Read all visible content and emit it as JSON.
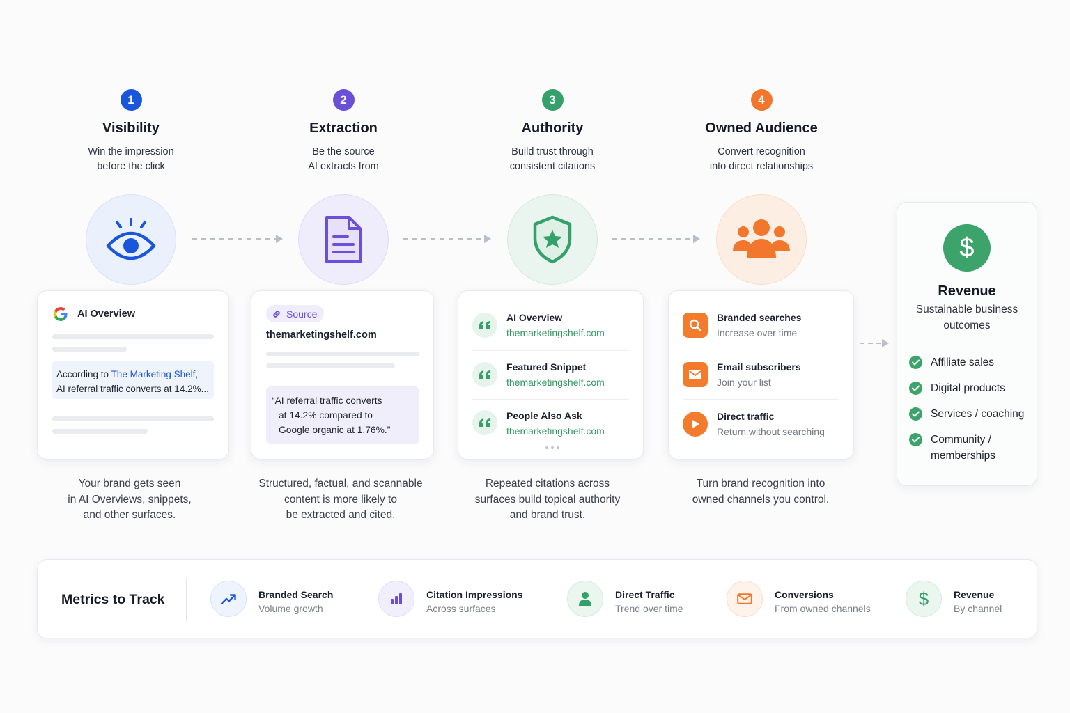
{
  "stages": [
    {
      "num": "1",
      "title": "Visibility",
      "sub_line1": "Win the impression",
      "sub_line2": "before the click",
      "color": "#1a56db",
      "icon": "eye-icon",
      "caption_line1": "Your brand gets seen",
      "caption_line2": "in AI Overviews, snippets,",
      "caption_line3": "and other surfaces."
    },
    {
      "num": "2",
      "title": "Extraction",
      "sub_line1": "Be the source",
      "sub_line2": "AI extracts from",
      "color": "#6b4fd8",
      "icon": "document-icon",
      "caption_line1": "Structured, factual, and scannable",
      "caption_line2": "content is more likely to",
      "caption_line3": "be extracted and cited."
    },
    {
      "num": "3",
      "title": "Authority",
      "sub_line1": "Build trust through",
      "sub_line2": "consistent citations",
      "color": "#34a06a",
      "icon": "shield-star-icon",
      "caption_line1": "Repeated citations across",
      "caption_line2": "surfaces build topical authority",
      "caption_line3": "and brand trust."
    },
    {
      "num": "4",
      "title": "Owned Audience",
      "sub_line1": "Convert recognition",
      "sub_line2": "into direct relationships",
      "color": "#f2762b",
      "icon": "users-icon",
      "caption_line1": "Turn brand recognition into",
      "caption_line2": "owned channels you control.",
      "caption_line3": ""
    }
  ],
  "visibility_card": {
    "label": "AI Overview",
    "quote_prefix": "According to ",
    "quote_brand": "The Marketing Shelf,",
    "quote_line2": "AI referral traffic converts at 14.2%..."
  },
  "extraction_card": {
    "badge": "Source",
    "domain": "themarketingshelf.com",
    "quote_line1": "“AI referral traffic converts",
    "quote_line2": "at 14.2% compared to",
    "quote_line3": "Google organic at 1.76%.”"
  },
  "authority_card": {
    "items": [
      {
        "title": "AI Overview",
        "domain": "themarketingshelf.com"
      },
      {
        "title": "Featured Snippet",
        "domain": "themarketingshelf.com"
      },
      {
        "title": "People Also Ask",
        "domain": "themarketingshelf.com"
      }
    ]
  },
  "audience_card": {
    "items": [
      {
        "title": "Branded searches",
        "sub": "Increase over time",
        "icon": "search-icon"
      },
      {
        "title": "Email subscribers",
        "sub": "Join your list",
        "icon": "envelope-icon"
      },
      {
        "title": "Direct traffic",
        "sub": "Return without searching",
        "icon": "play-icon"
      }
    ]
  },
  "revenue": {
    "title": "Revenue",
    "sub_line1": "Sustainable business",
    "sub_line2": "outcomes",
    "items": [
      "Affiliate sales",
      "Digital products",
      "Services / coaching",
      "Community / memberships"
    ]
  },
  "metrics": {
    "title": "Metrics to Track",
    "items": [
      {
        "title": "Branded Search",
        "sub": "Volume growth",
        "icon": "trend-up-icon"
      },
      {
        "title": "Citation Impressions",
        "sub": "Across surfaces",
        "icon": "bar-chart-icon"
      },
      {
        "title": "Direct Traffic",
        "sub": "Trend over time",
        "icon": "user-icon"
      },
      {
        "title": "Conversions",
        "sub": "From owned channels",
        "icon": "envelope-icon"
      },
      {
        "title": "Revenue",
        "sub": "By channel",
        "icon": "dollar-icon"
      }
    ]
  },
  "colors": {
    "blue": "#1a56db",
    "purple": "#6b4fd8",
    "green": "#34a06a",
    "orange": "#f2762b"
  }
}
